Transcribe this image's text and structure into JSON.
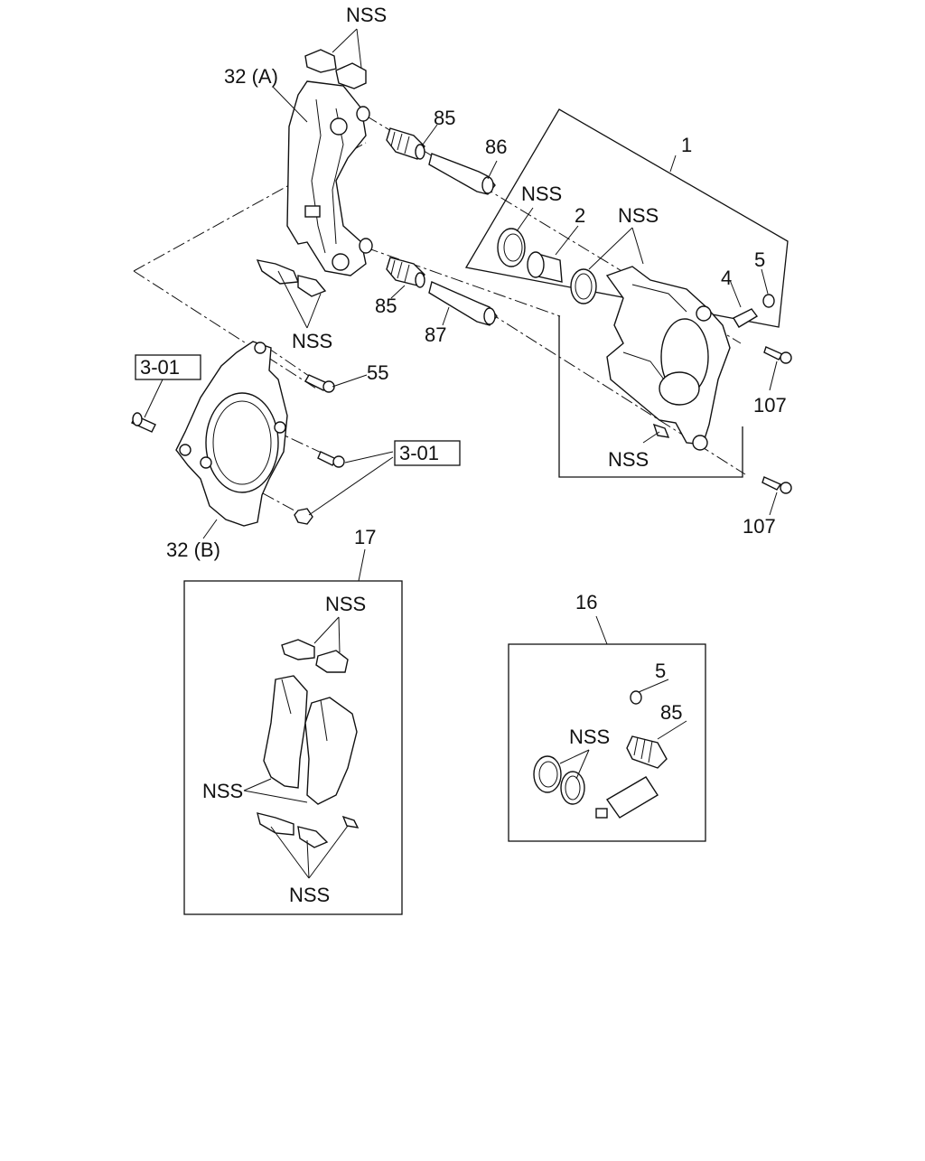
{
  "labels": {
    "nss": "NSS",
    "p1": "1",
    "p2": "2",
    "p4": "4",
    "p5": "5",
    "p16": "16",
    "p17": "17",
    "p32a": "32 (A)",
    "p32b": "32 (B)",
    "p55": "55",
    "p85": "85",
    "p86": "86",
    "p87": "87",
    "p107": "107",
    "ref301": "3-01"
  }
}
